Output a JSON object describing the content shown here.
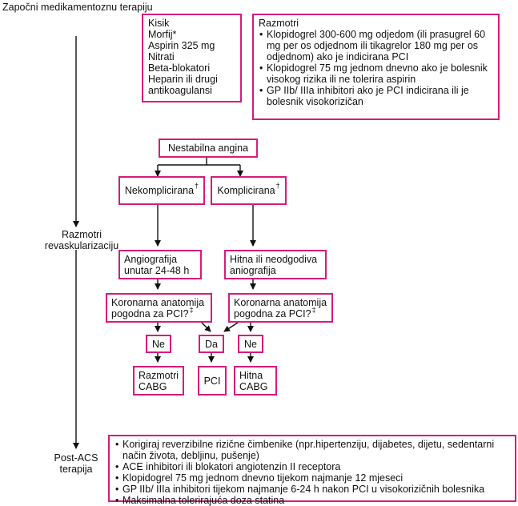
{
  "start_label": "Započni medikamentoznu terapiju",
  "revasc_label": [
    "Razmotri",
    "revaskularizaciju"
  ],
  "postacs_label": [
    "Post-ACS",
    "terapija"
  ],
  "meds_box": [
    "Kisik",
    "Morfij*",
    "Aspirin 325 mg",
    "Nitrati",
    "Beta-blokatori",
    "Heparin ili drugi",
    "antikoagulansi"
  ],
  "consider_box": {
    "title": "Razmotri",
    "items": [
      "Klopidogrel 300-600 mg odjedom (ili prasugrel 60 mg per os odjednom ili tikagrelor 180 mg per os odjednom) ako je indicirana PCI",
      "Klopidogrel 75 mg jednom dnevno ako je bolesnik visokog rizika ili ne tolerira aspirin",
      "GP IIb/ IIIa inhibitori ako je PCI indicirana ili je bolesnik visokorizičan"
    ]
  },
  "unstable": "Nestabilna angina",
  "uncomplicated": "Nekomplicirana",
  "uncomplicated_mark": "†",
  "complicated": "Komplicirana",
  "complicated_mark": "†",
  "angio_left": [
    "Angiografija",
    "unutar 24-48 h"
  ],
  "angio_right": [
    "Hitna ili neodgodiva",
    "aniografija"
  ],
  "anat_left": [
    "Koronarna anatomija",
    "pogodna za PCI?"
  ],
  "anat_left_mark": "‡",
  "anat_right": [
    "Koronarna anatomija",
    "pogodna za PCI?"
  ],
  "anat_right_mark": "‡",
  "no_left": "Ne",
  "yes_mid": "Da",
  "no_right": "Ne",
  "cabg_left": [
    "Razmotri",
    "CABG"
  ],
  "pci": "PCI",
  "cabg_right": [
    "Hitna",
    "CABG"
  ],
  "postacs_items": [
    "Korigiraj reverzibilne rizične čimbenike (npr.hipertenziju, dijabetes, dijetu, sedentarni način života, debljinu, pušenje)",
    "ACE inhibitori ili blokatori angiotenzin II receptora",
    "Klopidogrel 75 mg jednom dnevno tijekom najmanje 12 mjeseci",
    "GP IIb/ IIIa inhibitori tijekom najmanje 6-24 h nakon PCI u visokorizičnih bolesnika",
    "Maksimalna tolerirajuća doza statina"
  ],
  "colors": {
    "border": "#d81b7a",
    "line": "#111111"
  }
}
